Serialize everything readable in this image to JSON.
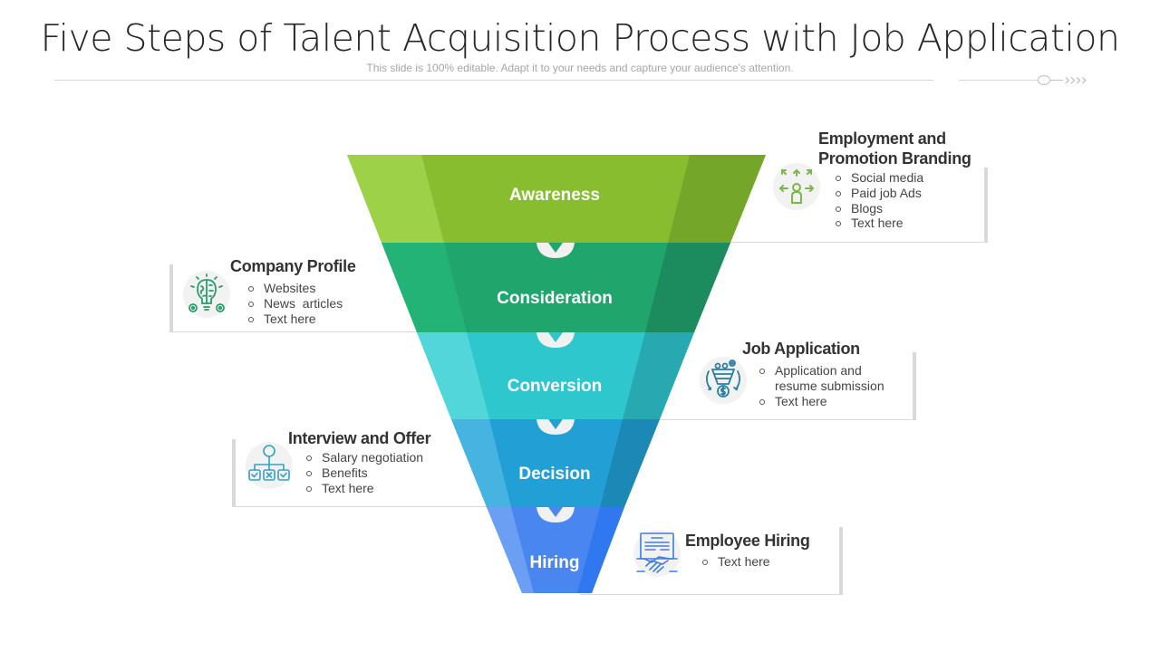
{
  "header": {
    "title": "Five Steps of Talent Acquisition Process with Job Application",
    "subtitle": "This slide is 100% editable. Adapt it to your needs and capture your audience's attention.",
    "decoration": "circle-line-chevrons",
    "chevrons": "››››"
  },
  "funnel": {
    "stages": [
      {
        "label": "Awareness",
        "color_left": "#9dd147",
        "color_mid": "#87bd2f",
        "color_right": "#74a62a"
      },
      {
        "label": "Consideration",
        "color_left": "#23b377",
        "color_mid": "#20a56d",
        "color_right": "#1c8b5e"
      },
      {
        "label": "Conversion",
        "color_left": "#52d6da",
        "color_mid": "#2ec7cd",
        "color_right": "#28a9b1"
      },
      {
        "label": "Decision",
        "color_left": "#46b3e1",
        "color_mid": "#22a0d6",
        "color_right": "#1b88b6"
      },
      {
        "label": "Hiring",
        "color_left": "#5e95f3",
        "color_mid": "#4a86ef",
        "color_right": "#2f78f0"
      }
    ],
    "connector_icon": "chevron-down-icon"
  },
  "callouts": [
    {
      "id": "employment-branding",
      "title_line1": "Employment and",
      "title_line2": "Promotion Branding",
      "icon": "people-arrows-icon",
      "icon_color": "#7ab648",
      "items": [
        "Social media",
        "Paid job Ads",
        "Blogs",
        "Text here"
      ]
    },
    {
      "id": "company-profile",
      "title": "Company Profile",
      "icon": "brain-bulb-gears-icon",
      "icon_color": "#2a9d6a",
      "items": [
        "Websites",
        "News  articles",
        "Text here"
      ]
    },
    {
      "id": "job-application",
      "title": "Job Application",
      "icon": "funnel-dollar-icon",
      "icon_color": "#2a7fa0",
      "items": [
        "Application and resume submission",
        "Text here"
      ]
    },
    {
      "id": "interview-offer",
      "title": "Interview and Offer",
      "icon": "hierarchy-checklist-icon",
      "icon_color": "#2fa4c0",
      "items": [
        "Salary negotiation",
        "Benefits",
        "Text here"
      ]
    },
    {
      "id": "employee-hiring",
      "title": "Employee Hiring",
      "icon": "contract-handshake-icon",
      "icon_color": "#3d7ee0",
      "items": [
        "Text here"
      ]
    }
  ]
}
